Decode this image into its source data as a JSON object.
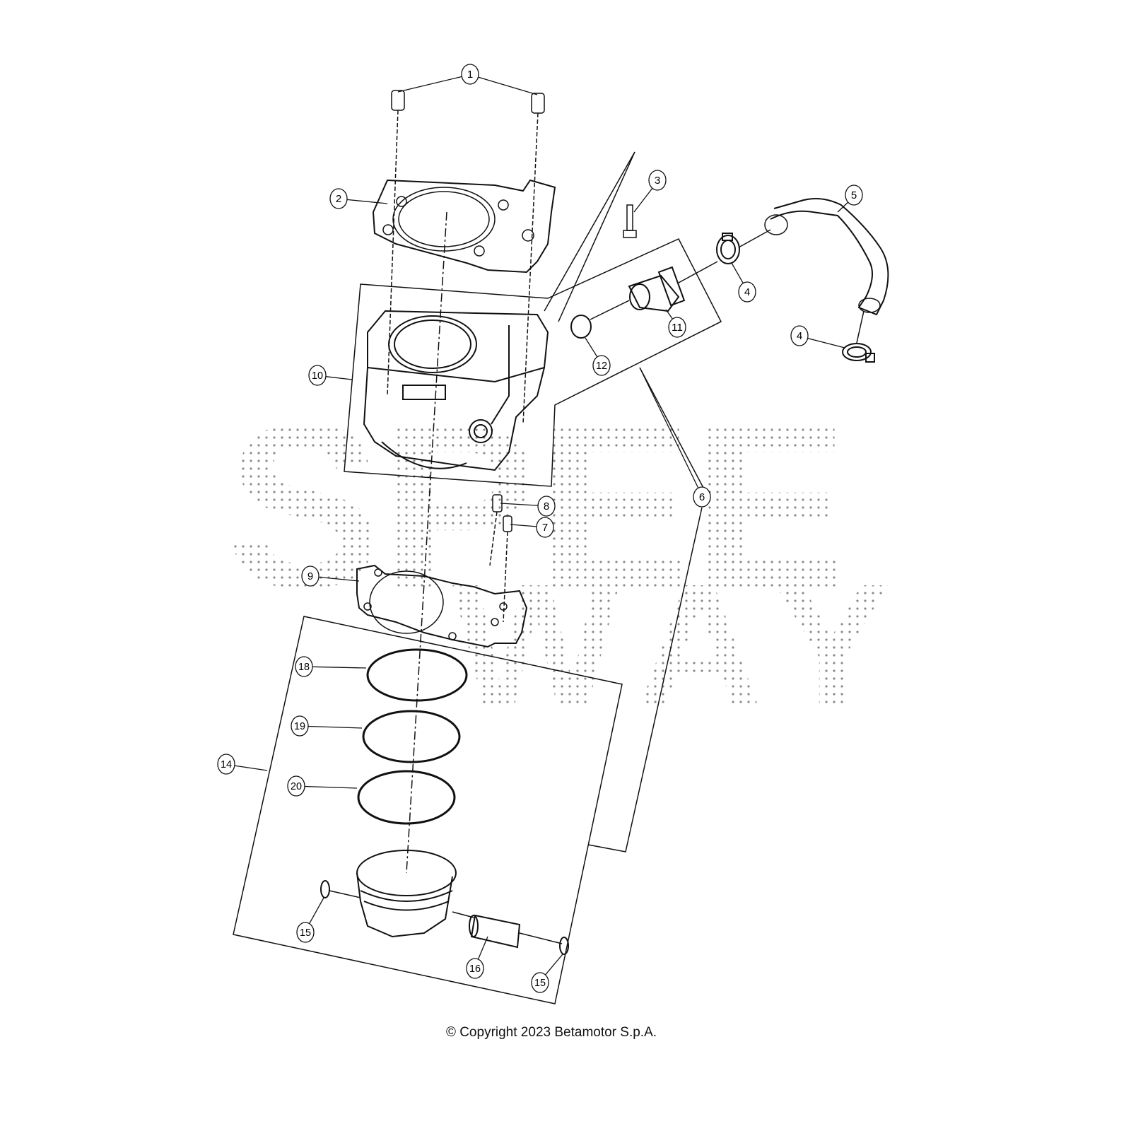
{
  "diagram": {
    "callouts": [
      {
        "id": "c1",
        "label": "1"
      },
      {
        "id": "c2",
        "label": "2"
      },
      {
        "id": "c3",
        "label": "3"
      },
      {
        "id": "c4a",
        "label": "4"
      },
      {
        "id": "c4b",
        "label": "4"
      },
      {
        "id": "c5",
        "label": "5"
      },
      {
        "id": "c6",
        "label": "6"
      },
      {
        "id": "c7",
        "label": "7"
      },
      {
        "id": "c8",
        "label": "8"
      },
      {
        "id": "c9",
        "label": "9"
      },
      {
        "id": "c10",
        "label": "10"
      },
      {
        "id": "c11",
        "label": "11"
      },
      {
        "id": "c12",
        "label": "12"
      },
      {
        "id": "c14",
        "label": "14"
      },
      {
        "id": "c15a",
        "label": "15"
      },
      {
        "id": "c15b",
        "label": "15"
      },
      {
        "id": "c16",
        "label": "16"
      },
      {
        "id": "c18",
        "label": "18"
      },
      {
        "id": "c19",
        "label": "19"
      },
      {
        "id": "c20",
        "label": "20"
      }
    ],
    "watermark": {
      "line1": "SPEE",
      "line2": "WAY"
    }
  },
  "footer": {
    "copyright": "© Copyright 2023 Betamotor S.p.A."
  },
  "colors": {
    "line": "#111111",
    "watermark": "#9a9a9a"
  }
}
